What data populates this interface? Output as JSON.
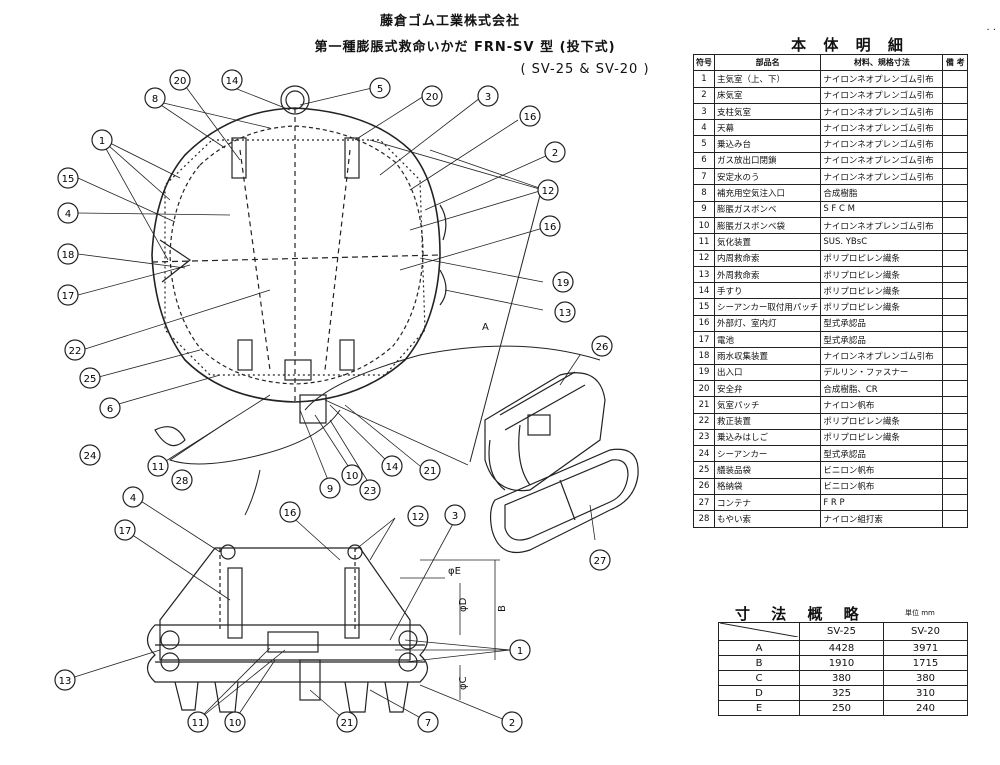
{
  "header": {
    "line1": "藤倉ゴム工業株式会社",
    "line2": "第一種膨脹式救命いかだ FRN-SV 型 (投下式)",
    "line3": "( SV-25 & SV-20 )",
    "corner": ". ."
  },
  "parts": {
    "title": "本 体 明 細",
    "headers": [
      "符号",
      "部品名",
      "材料、規格寸法",
      "備 考"
    ],
    "rows": [
      [
        "1",
        "主気室（上、下）",
        "ナイロンネオプレンゴム引布",
        ""
      ],
      [
        "2",
        "床気室",
        "ナイロンネオプレンゴム引布",
        ""
      ],
      [
        "3",
        "支柱気室",
        "ナイロンネオプレンゴム引布",
        ""
      ],
      [
        "4",
        "天幕",
        "ナイロンネオプレンゴム引布",
        ""
      ],
      [
        "5",
        "乗込み台",
        "ナイロンネオプレンゴム引布",
        ""
      ],
      [
        "6",
        "ガス放出口閉鎖",
        "ナイロンネオプレンゴム引布",
        ""
      ],
      [
        "7",
        "安定水のう",
        "ナイロンネオプレンゴム引布",
        ""
      ],
      [
        "8",
        "補充用空気注入口",
        "合成樹脂",
        ""
      ],
      [
        "9",
        "膨脹ガスボンベ",
        "S F C M",
        ""
      ],
      [
        "10",
        "膨脹ガスボンベ袋",
        "ナイロンネオプレンゴム引布",
        ""
      ],
      [
        "11",
        "気化装置",
        "SUS. YBsC",
        ""
      ],
      [
        "12",
        "内周救命索",
        "ポリプロピレン繊条",
        ""
      ],
      [
        "13",
        "外周救命索",
        "ポリプロピレン繊条",
        ""
      ],
      [
        "14",
        "手すり",
        "ポリプロピレン繊条",
        ""
      ],
      [
        "15",
        "シーアンカー取付用パッチ",
        "ポリプロピレン繊条",
        ""
      ],
      [
        "16",
        "外部灯、室内灯",
        "型式承認品",
        ""
      ],
      [
        "17",
        "電池",
        "型式承認品",
        ""
      ],
      [
        "18",
        "雨水収集装置",
        "ナイロンネオプレンゴム引布",
        ""
      ],
      [
        "19",
        "出入口",
        "デルリン・ファスナー",
        ""
      ],
      [
        "20",
        "安全弁",
        "合成樹脂、CR",
        ""
      ],
      [
        "21",
        "気室パッチ",
        "ナイロン帆布",
        ""
      ],
      [
        "22",
        "救正装置",
        "ポリプロピレン繊条",
        ""
      ],
      [
        "23",
        "乗込みはしご",
        "ポリプロピレン繊条",
        ""
      ],
      [
        "24",
        "シーアンカー",
        "型式承認品",
        ""
      ],
      [
        "25",
        "艤装品袋",
        "ビニロン帆布",
        ""
      ],
      [
        "26",
        "格納袋",
        "ビニロン帆布",
        ""
      ],
      [
        "27",
        "コンテナ",
        "F R P",
        ""
      ],
      [
        "28",
        "もやい索",
        "ナイロン組打索",
        ""
      ]
    ]
  },
  "dims": {
    "title": "寸 法 概 略",
    "unit": "単位 mm",
    "headers": [
      "",
      "SV-25",
      "SV-20"
    ],
    "rows": [
      [
        "A",
        "4428",
        "3971"
      ],
      [
        "B",
        "1910",
        "1715"
      ],
      [
        "C",
        "380",
        "380"
      ],
      [
        "D",
        "325",
        "310"
      ],
      [
        "E",
        "250",
        "240"
      ]
    ]
  },
  "callouts": {
    "top": [
      "20",
      "14",
      "5",
      "8",
      "20",
      "3",
      "16",
      "1",
      "2",
      "15",
      "12",
      "4",
      "16",
      "18",
      "19",
      "17",
      "13",
      "22",
      "26",
      "25",
      "6",
      "24",
      "11",
      "9",
      "10",
      "23",
      "14",
      "21",
      "28",
      "27"
    ],
    "bottom": [
      "4",
      "17",
      "16",
      "12",
      "3",
      "13",
      "11",
      "10",
      "21",
      "7",
      "1",
      "2"
    ],
    "dim_labels": [
      "A",
      "B",
      "φE",
      "φD",
      "φC"
    ]
  }
}
